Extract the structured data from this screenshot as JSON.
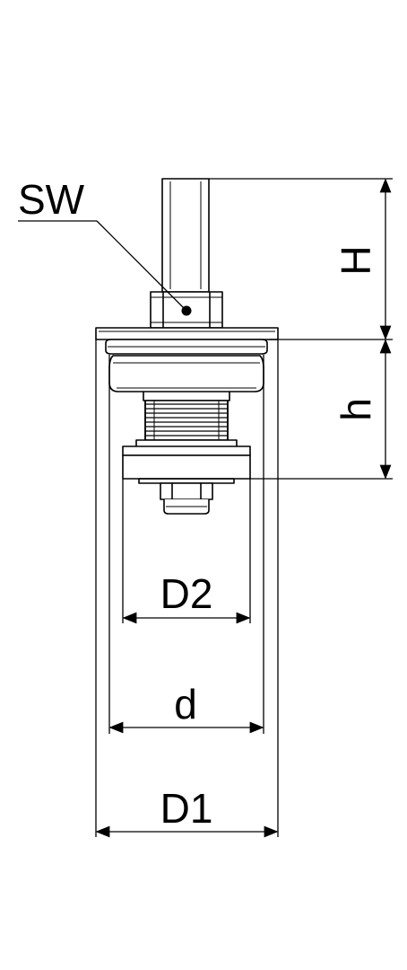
{
  "labels": {
    "sw": "SW",
    "H": "H",
    "h": "h",
    "D2": "D2",
    "d": "d",
    "D1": "D1"
  },
  "colors": {
    "line": "#000000",
    "background": "#ffffff"
  }
}
